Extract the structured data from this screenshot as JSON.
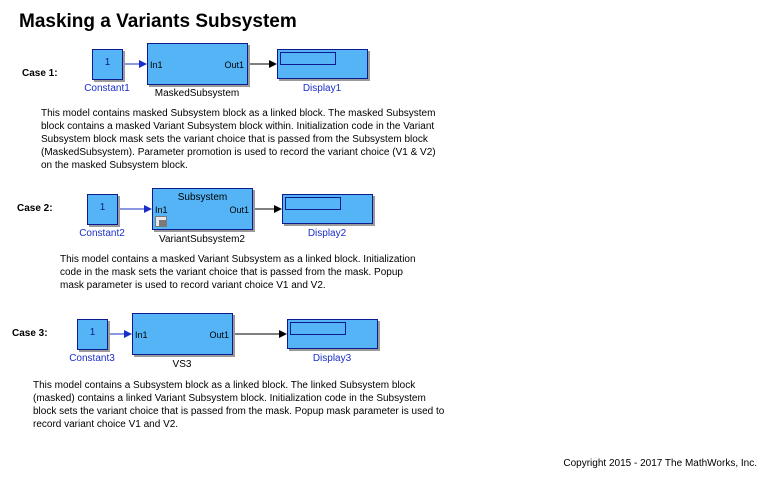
{
  "title": "Masking a Variants Subsystem",
  "cases": [
    {
      "label": "Case 1:",
      "constant": {
        "value": "1",
        "name": "Constant1"
      },
      "subsystem": {
        "name": "MaskedSubsystem",
        "title": "",
        "in_port": "In1",
        "out_port": "Out1"
      },
      "display": {
        "name": "Display1"
      },
      "description": [
        "This model contains masked Subsystem block as a linked block. The masked Subsystem",
        "block contains a masked Variant Subsystem block within. Initialization code in the Variant",
        "Subsystem block mask sets the variant choice that is passed from the Subsystem block",
        "(MaskedSubsystem). Parameter promotion is used to record the variant choice (V1 & V2)",
        "on the masked Subsystem block."
      ]
    },
    {
      "label": "Case 2:",
      "constant": {
        "value": "1",
        "name": "Constant2"
      },
      "subsystem": {
        "name": "VariantSubsystem2",
        "title": "Subsystem",
        "in_port": "In1",
        "out_port": "Out1"
      },
      "display": {
        "name": "Display2"
      },
      "description": [
        "This model contains a masked Variant Subsystem as a linked block. Initialization",
        "code in the mask sets the variant choice that is passed from the mask. Popup",
        "mask parameter is used to record variant choice V1 and V2."
      ]
    },
    {
      "label": "Case 3:",
      "constant": {
        "value": "1",
        "name": "Constant3"
      },
      "subsystem": {
        "name": "VS3",
        "title": "",
        "in_port": "In1",
        "out_port": "Out1"
      },
      "display": {
        "name": "Display3"
      },
      "description": [
        "This model contains a Subsystem block as a linked block. The linked Subsystem block",
        "(masked) contains a linked Variant Subsystem block. Initialization code in the Subsystem",
        "block sets the variant choice that is passed from the mask. Popup mask parameter is used to",
        "record variant choice V1 and V2."
      ]
    }
  ],
  "copyright": "Copyright 2015 - 2017 The MathWorks, Inc.",
  "colors": {
    "block_fill": "#55b4f5",
    "block_border": "#0b1a8c",
    "signal_blue": "#1a2fc8",
    "signal_black": "#000000"
  }
}
